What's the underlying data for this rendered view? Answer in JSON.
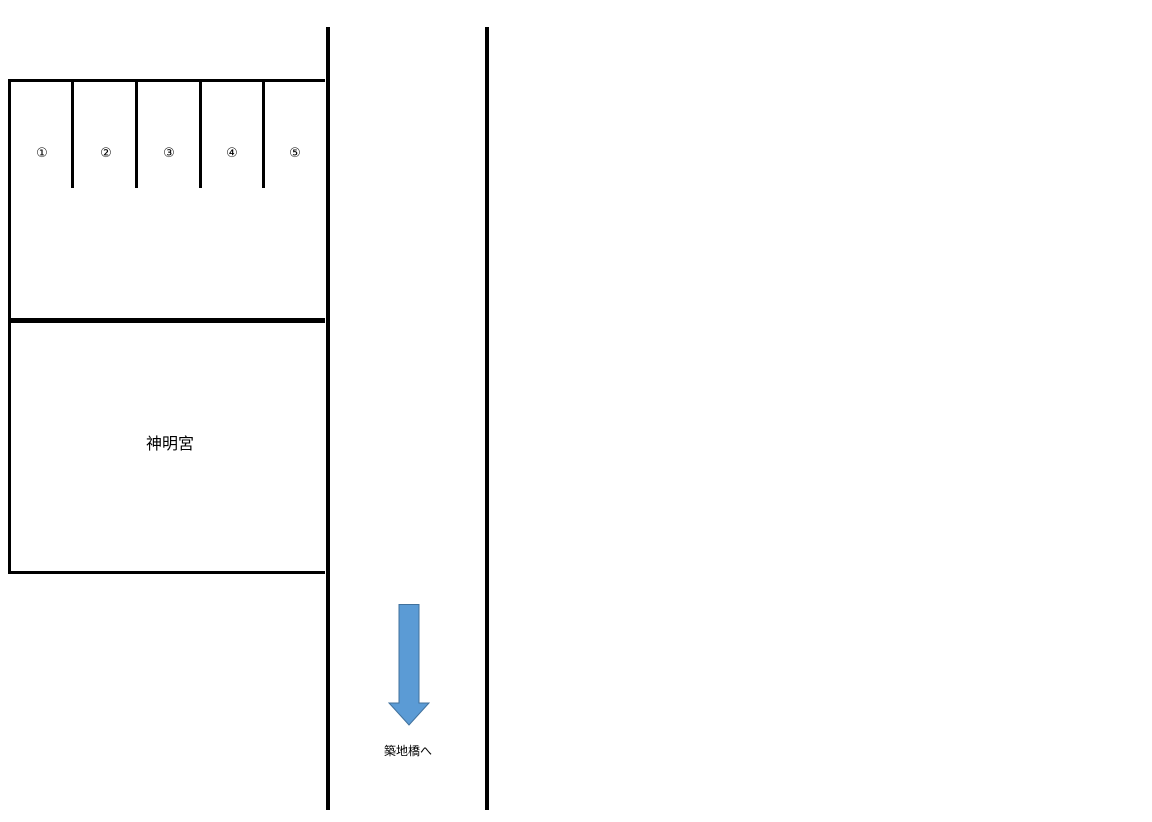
{
  "parking": {
    "spaces": [
      "①",
      "②",
      "③",
      "④",
      "⑤"
    ]
  },
  "shrine": {
    "label": "神明宮"
  },
  "direction": {
    "label": "築地橋へ",
    "arrow_color": "#5B9BD5",
    "arrow_outline": "#41719C",
    "arrow": "down-arrow"
  }
}
